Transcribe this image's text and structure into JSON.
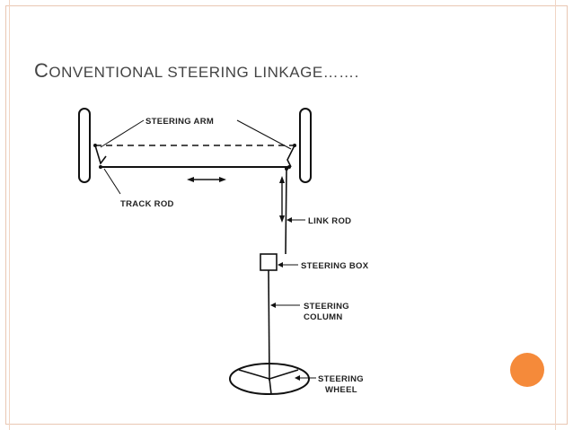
{
  "slide": {
    "title_initial": "C",
    "title_rest": "ONVENTIONAL STEERING LINKAGE…….",
    "accent_color": "#f58a3a",
    "frame_color": "#e9c7b3"
  },
  "diagram": {
    "labels": {
      "steering_arm": "STEERING ARM",
      "track_rod": "TRACK ROD",
      "link_rod": "LINK ROD",
      "steering_box": "STEERING BOX",
      "steering_column_1": "STEERING",
      "steering_column_2": "COLUMN",
      "steering_wheel_1": "STEERING",
      "steering_wheel_2": "WHEEL"
    }
  }
}
